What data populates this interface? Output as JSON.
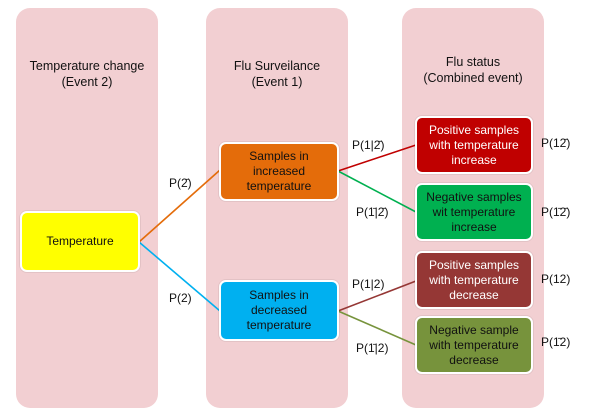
{
  "columns": [
    {
      "title_line1": "Temperature change",
      "title_line2": "(Event 2)"
    },
    {
      "title_line1": "Flu Surveilance",
      "title_line2": "(Event 1)"
    },
    {
      "title_line1": "Flu status",
      "title_line2": "(Combined event)"
    }
  ],
  "root": {
    "label": "Temperature",
    "color": "#ffff00"
  },
  "mid": [
    {
      "lines": [
        "Samples in",
        "increased",
        "temperature"
      ],
      "color": "#e46c0a"
    },
    {
      "lines": [
        "Samples in",
        "decreased",
        "temperature"
      ],
      "color": "#00b0f0"
    }
  ],
  "leaves": [
    {
      "lines": [
        "Positive samples",
        "with temperature",
        "increase"
      ],
      "color": "#c00000",
      "text_color": "#ffffff"
    },
    {
      "lines": [
        "Negative samples",
        "wit temperature",
        "increase"
      ],
      "color": "#00b050",
      "text_color": "#111111"
    },
    {
      "lines": [
        "Positive samples",
        "with temperature",
        "decrease"
      ],
      "color": "#953735",
      "text_color": "#ffffff"
    },
    {
      "lines": [
        "Negative sample",
        "with temperature",
        "decrease"
      ],
      "color": "#77933c",
      "text_color": "#111111"
    }
  ],
  "edge_colors": {
    "to_increased": "#e46c0a",
    "to_decreased": "#00b0f0",
    "to_pos_inc": "#c00000",
    "to_neg_inc": "#00b050",
    "to_pos_dec": "#953735",
    "to_neg_dec": "#77933c"
  },
  "branch_probs": {
    "increased": "P(2̄)",
    "decreased": "P(2)"
  },
  "conditional_probs": {
    "pos_inc": "P(1|2̄)",
    "neg_inc": "P(1̄|2̄)",
    "pos_dec": "P(1|2)",
    "neg_dec": "P(1̄|2)"
  },
  "joint_probs": {
    "pos_inc": "P(12̄)",
    "neg_inc": "P(1̄2̄)",
    "pos_dec": "P(12)",
    "neg_dec": "P(1̄2)"
  }
}
